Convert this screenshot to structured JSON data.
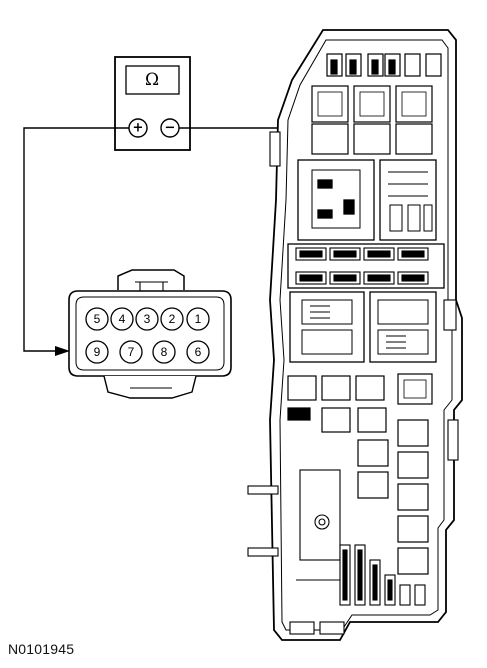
{
  "meter": {
    "unit_symbol": "Ω",
    "plus": "+",
    "minus": "−"
  },
  "connector": {
    "top_row_pins": [
      "5",
      "4",
      "3",
      "2",
      "1"
    ],
    "bottom_row_pins": [
      "9",
      "7",
      "8",
      "6"
    ]
  },
  "figure_id": "N0101945"
}
